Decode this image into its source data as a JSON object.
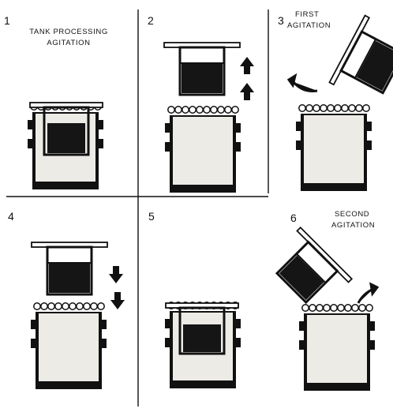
{
  "panels": [
    {
      "number": "1",
      "caption_line1": "TANK PROCESSING",
      "caption_line2": "AGITATION"
    },
    {
      "number": "2",
      "caption_line1": "",
      "caption_line2": ""
    },
    {
      "number": "3",
      "caption_line1": "FIRST",
      "caption_line2": "AGITATION"
    },
    {
      "number": "4",
      "caption_line1": "",
      "caption_line2": ""
    },
    {
      "number": "5",
      "caption_line1": "",
      "caption_line2": ""
    },
    {
      "number": "6",
      "caption_line1": "SECOND",
      "caption_line2": "AGITATION"
    }
  ],
  "colors": {
    "ink": "#111111",
    "solution": "#ecebe6",
    "film": "#151515",
    "paper": "#ffffff"
  }
}
